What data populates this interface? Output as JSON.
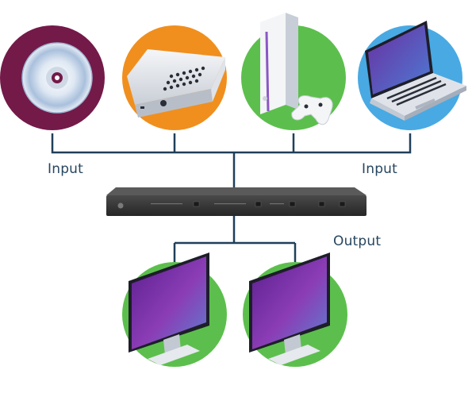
{
  "labels": {
    "input_left": "Input",
    "input_right": "Input",
    "output": "Output"
  },
  "colors": {
    "dvd_circle": "#731a49",
    "mediabox_circle": "#f08f1e",
    "console_circle": "#5cbf4d",
    "laptop_circle": "#49a9e3",
    "monitor_circle": "#5cbf4d",
    "connector_line": "#1f3f5a",
    "screen_purple": "#7a2fa6",
    "switch_body": "#3a3a3a"
  },
  "icons": {
    "dvd": "disc-icon",
    "media_player": "media-player-icon",
    "console": "game-console-icon",
    "laptop": "laptop-icon",
    "switch": "hdmi-switch-icon",
    "monitor": "monitor-icon"
  }
}
